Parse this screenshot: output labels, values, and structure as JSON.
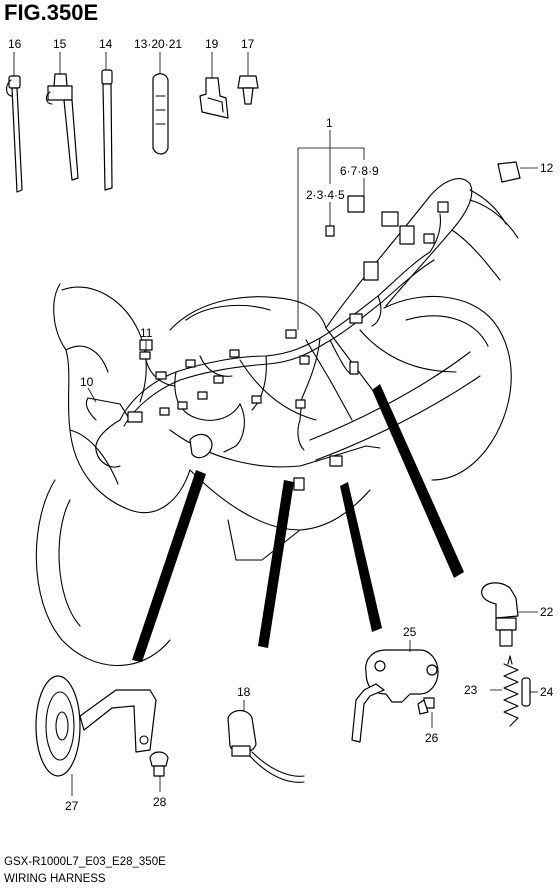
{
  "figure": {
    "title": "FIG.350E",
    "model_code": "GSX-R1000L7_E03_E28_350E",
    "name": "WIRING HARNESS"
  },
  "callouts": {
    "c16": "16",
    "c15": "15",
    "c14": "14",
    "c13": "13·20·21",
    "c19": "19",
    "c17": "17",
    "c1": "1",
    "c6789": "6·7·8·9",
    "c2345": "2·3·4·5",
    "c12": "12",
    "c11": "11",
    "c10": "10",
    "c22": "22",
    "c25": "25",
    "c23": "23",
    "c24": "24",
    "c26": "26",
    "c18": "18",
    "c27": "27",
    "c28": "28"
  }
}
